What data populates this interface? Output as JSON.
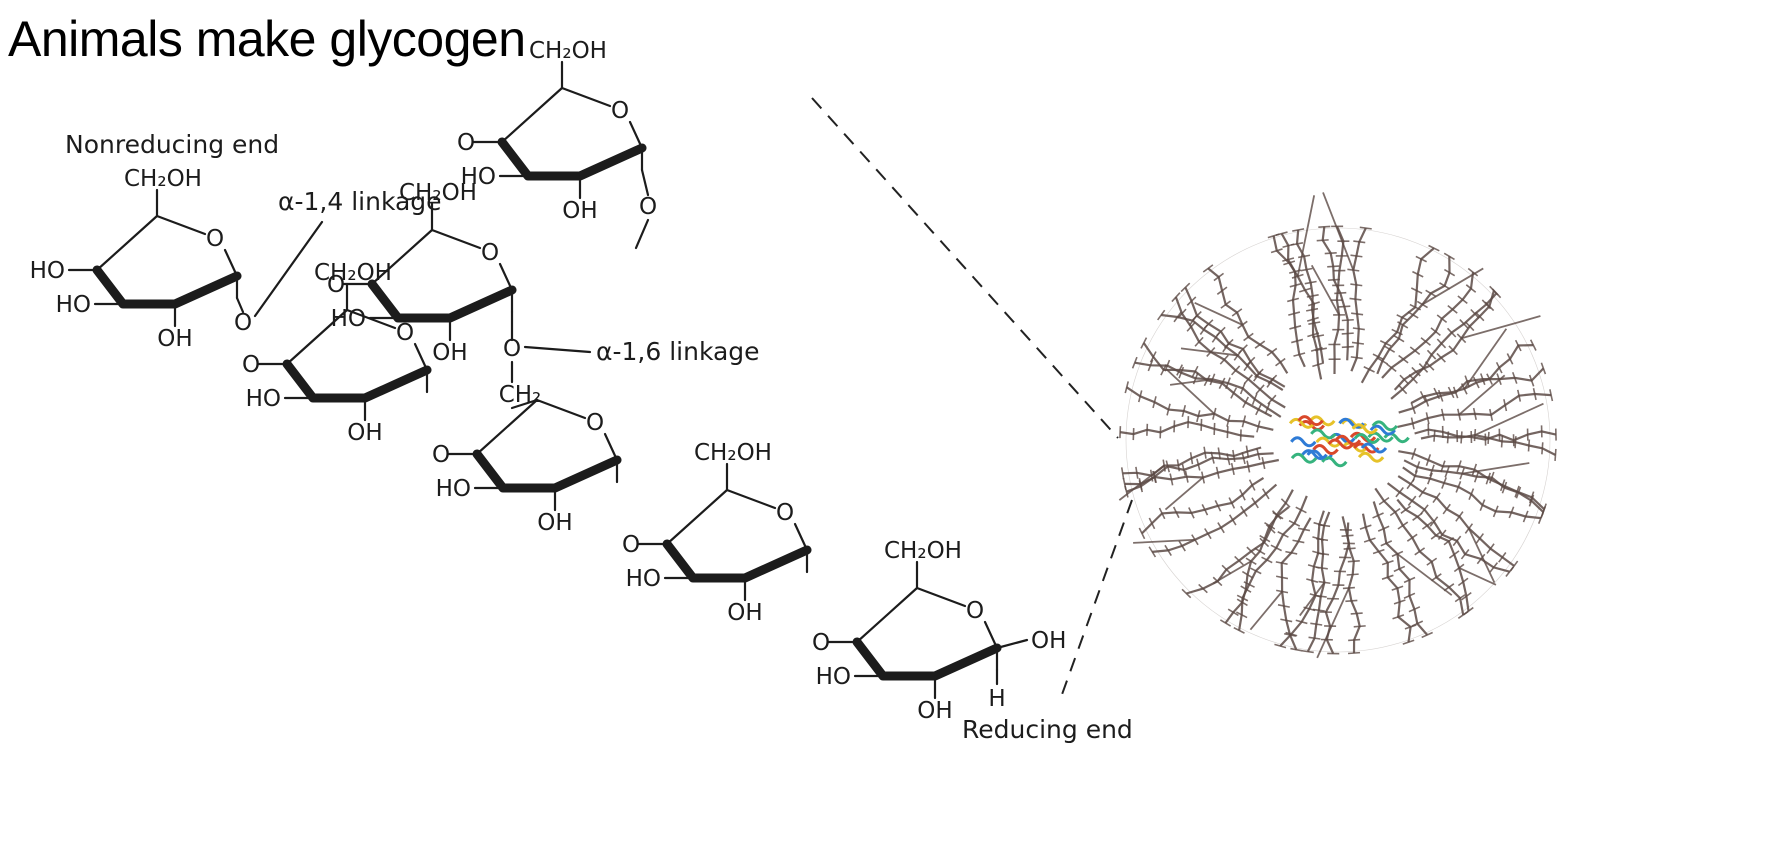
{
  "title": "Animals make glycogen",
  "labels": {
    "nonreducing_end": "Nonreducing end",
    "reducing_end": "Reducing end",
    "alpha14": "α-1,4 linkage",
    "alpha16": "α-1,6 linkage",
    "ch2oh": "CH₂OH",
    "ch2": "CH₂",
    "oh": "OH",
    "ho": "HO",
    "o": "O",
    "h": "H"
  },
  "colors": {
    "ink": "#1c1c1c",
    "granule": "#5c4a45",
    "protein_core": [
      "#2e7bd6",
      "#36b37e",
      "#e6c229",
      "#d9482b"
    ]
  }
}
